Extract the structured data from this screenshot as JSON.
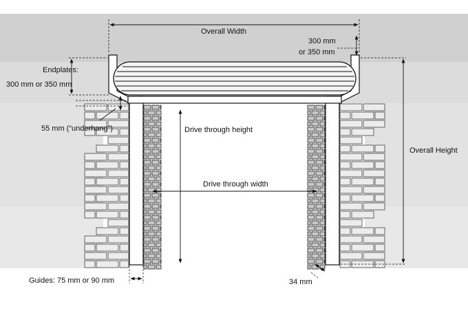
{
  "labels": {
    "overall_width": "Overall Width",
    "top_clearance_line1": "300 mm",
    "top_clearance_line2": "or 350 mm",
    "endplates_line1": "Endplates:",
    "endplates_line2": "300 mm or 350 mm",
    "underhang": "55 mm (“underhang”)",
    "drive_through_height": "Drive through height",
    "drive_through_width": "Drive through width",
    "overall_height": "Overall Height",
    "guides": "Guides: 75 mm or 90 mm",
    "guide_depth": "34 mm"
  },
  "colors": {
    "wall": "#dcdcdc",
    "brick_light": "#e9e9e9",
    "brick_dark": "#8a8a8a",
    "line": "#111111",
    "roller": "#f4f4f4"
  }
}
